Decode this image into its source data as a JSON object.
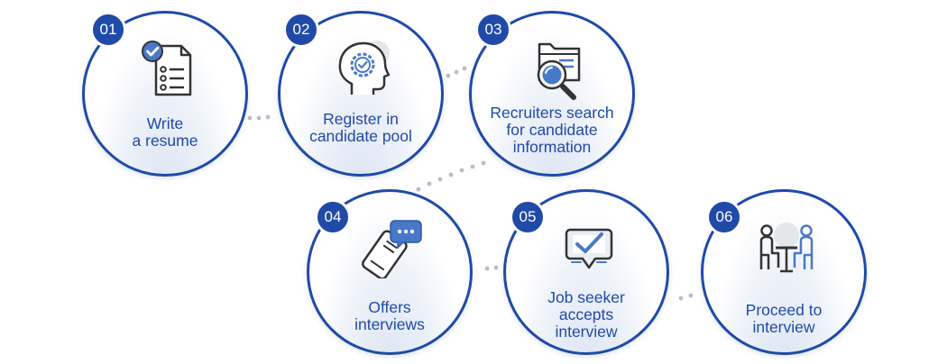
{
  "steps": [
    {
      "number": "01",
      "label": "Write\na resume",
      "icon": "resume-checklist-icon"
    },
    {
      "number": "02",
      "label": "Register in\ncandidate pool",
      "icon": "head-gear-icon"
    },
    {
      "number": "03",
      "label": "Recruiters search\nfor candidate\ninformation",
      "icon": "folder-search-icon"
    },
    {
      "number": "04",
      "label": "Offers\ninterviews",
      "icon": "phone-chat-icon"
    },
    {
      "number": "05",
      "label": "Job seeker\naccepts\ninterview",
      "icon": "checkmark-message-icon"
    },
    {
      "number": "06",
      "label": "Proceed to\ninterview",
      "icon": "interview-table-icon"
    }
  ],
  "colors": {
    "accent": "#1f4aa8",
    "icon_blue": "#4a78c8",
    "icon_dark": "#333333",
    "dots": "#b8bdc9"
  }
}
